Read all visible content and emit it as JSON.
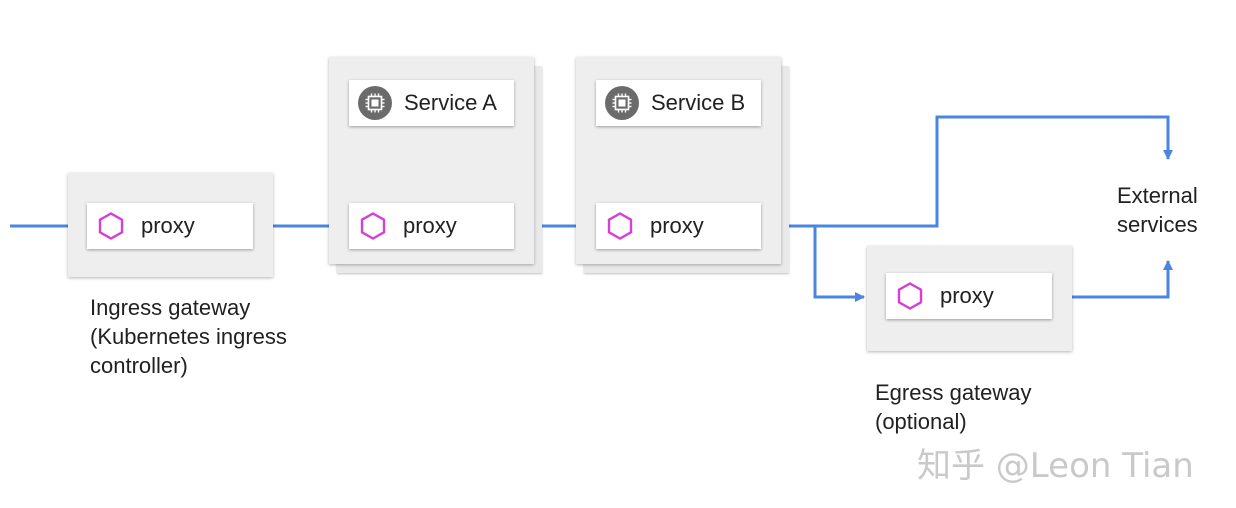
{
  "ingress": {
    "proxy_label": "proxy",
    "caption": [
      "Ingress gateway",
      "(Kubernetes ingress",
      "controller)"
    ]
  },
  "service_a": {
    "label": "Service A",
    "proxy_label": "proxy"
  },
  "service_b": {
    "label": "Service B",
    "proxy_label": "proxy"
  },
  "egress": {
    "proxy_label": "proxy",
    "caption": [
      "Egress gateway",
      "(optional)"
    ]
  },
  "external": {
    "lines": [
      "External",
      "services"
    ]
  },
  "watermark": "知乎 @Leon Tian",
  "icons": {
    "proxy": "hexagon-icon",
    "service": "chip-icon"
  },
  "colors": {
    "arrow": "#4a86e0",
    "hexagon": "#d63fd6",
    "chip_bg": "#6b6b6b"
  }
}
